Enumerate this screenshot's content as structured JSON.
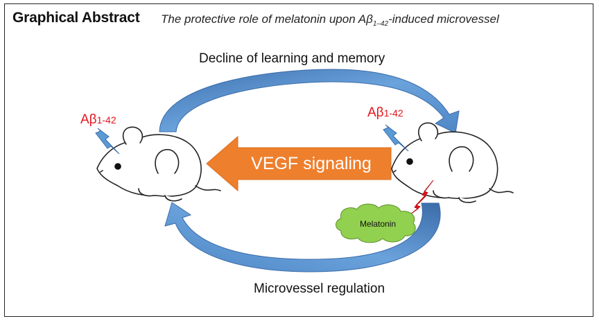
{
  "header": {
    "title": "Graphical Abstract",
    "subtitle_main": "The protective role of melatonin upon Aβ",
    "subtitle_sub": "1–42",
    "subtitle_tail": "-induced microvessel"
  },
  "diagram": {
    "top_arrow_label": "Decline of learning and memory",
    "bottom_arrow_label": "Microvessel regulation",
    "center_arrow_label": "VEGF signaling",
    "melatonin_label": "Melatonin",
    "abeta_left": {
      "main": "Aβ",
      "sub": "1-42"
    },
    "abeta_right": {
      "main": "Aβ",
      "sub": "1-42"
    }
  },
  "colors": {
    "cycle_arrow": "#4f87c6",
    "cycle_arrow_dark": "#3a6ba8",
    "vegf_arrow": "#ee7f2d",
    "abeta_text": "#e5121b",
    "lightning": "#5b9bd5",
    "melatonin_cloud": "#92d050",
    "injection": "#e5121b"
  }
}
